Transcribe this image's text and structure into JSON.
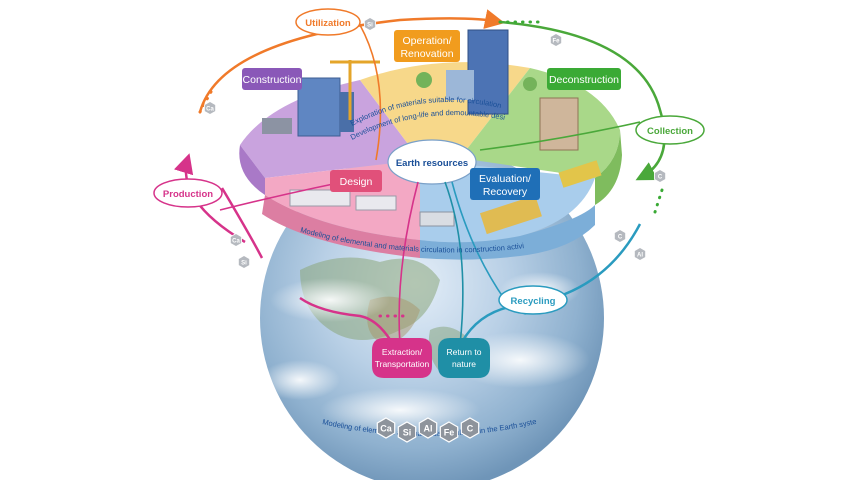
{
  "colors": {
    "construction": "#8a58b8",
    "operation": "#f19c1e",
    "deconstruction": "#3aaa35",
    "design": "#e1507a",
    "evaluation": "#1f6fb7",
    "production": "#d6338a",
    "recycling": "#2a9bbf",
    "utilization": "#f07a2a",
    "collection": "#4aa83a",
    "center": "#1a4f98",
    "return": "#1f8fa6"
  },
  "stages": {
    "construction": "Construction",
    "operation_line1": "Operation/",
    "operation_line2": "Renovation",
    "deconstruction": "Deconstruction",
    "design": "Design",
    "evaluation_line1": "Evaluation/",
    "evaluation_line2": "Recovery"
  },
  "cycle": {
    "utilization": "Utilization",
    "collection": "Collection",
    "production": "Production",
    "recycling": "Recycling"
  },
  "earth": {
    "center_label": "Earth resources",
    "extraction_line1": "Extraction/",
    "extraction_line2": "Transportation",
    "return_line1": "Return to",
    "return_line2": "nature"
  },
  "captions": {
    "exploration": "Exploration of materials suitable for circulation",
    "development": "Development of long-life and demountable design",
    "construction_modeling": "Modeling of elemental and materials circulation in construction activities",
    "earth_modeling": "Modeling of elemental and materials circulation in the Earth system"
  },
  "elements": [
    "Ca",
    "Si",
    "Al",
    "Fe",
    "C"
  ],
  "floating_elements": [
    "Ca",
    "Si",
    "C",
    "Al",
    "Fe",
    "Ca",
    "Si",
    "C"
  ]
}
